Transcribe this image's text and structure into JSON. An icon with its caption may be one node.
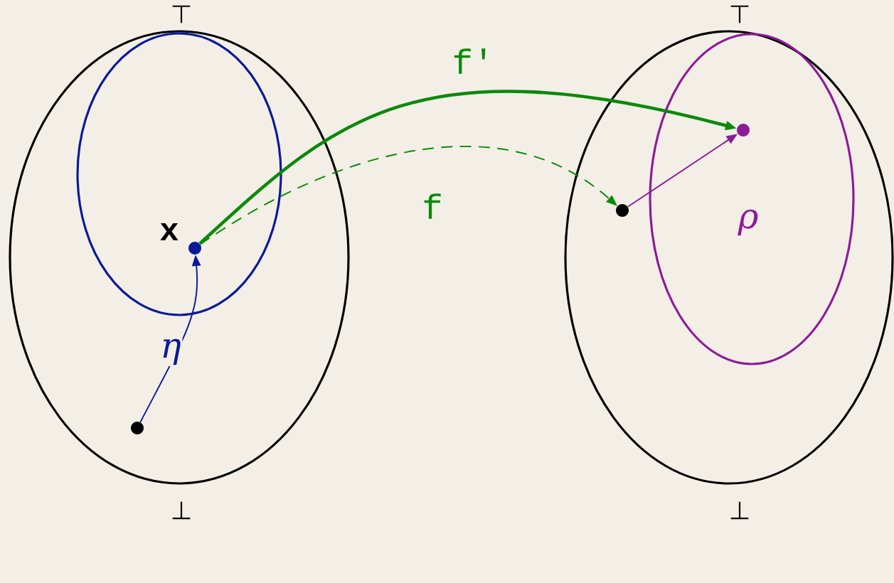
{
  "diagram": {
    "nodes": [
      {
        "text": [],
        "shape": "ellipse",
        "beside": [
          "⊤",
          "⊥"
        ]
      },
      {
        "text": [],
        "shape": "ellipse",
        "in": 0
      },
      {
        "text": [],
        "shape": "circle",
        "in": 1,
        "beside": [
          "x"
        ]
      },
      {
        "text": [],
        "shape": "circle",
        "in": 0
      },
      {
        "text": [],
        "shape": "ellipse",
        "beside": [
          "⊤",
          "⊥"
        ]
      },
      {
        "text": [],
        "shape": "ellipse",
        "in": 4,
        "beside": [
          "ρ"
        ]
      },
      {
        "text": [],
        "shape": "circle",
        "in": 5
      },
      {
        "text": [],
        "shape": "circle",
        "in": 4
      }
    ],
    "edges": [
      {
        "from": 3,
        "to": 2,
        "arrow": "to",
        "label": "η",
        "color": "#0a1a99"
      },
      {
        "from": 2,
        "to": 6,
        "arrow": "to",
        "label": "f'",
        "style": "thick",
        "color": "#0a8a0a"
      },
      {
        "from": 2,
        "to": 7,
        "arrow": "to",
        "label": "f",
        "style": "dashed",
        "color": "#0a8a0a"
      },
      {
        "from": 7,
        "to": 6,
        "arrow": "to",
        "color": "#8e1a98"
      }
    ]
  }
}
